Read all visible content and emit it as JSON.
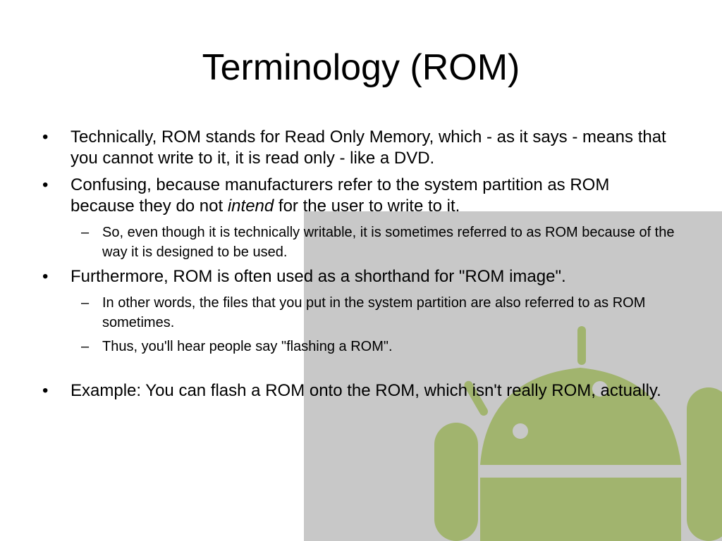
{
  "slide": {
    "title": "Terminology (ROM)",
    "bullet_symbol": "•",
    "sub_bullet_symbol": "–",
    "bullets": [
      {
        "text": "Technically, ROM stands for Read Only Memory, which - as it says - means that you cannot write to it, it is read only - like a DVD."
      },
      {
        "text_before": "Confusing, because manufacturers refer to the system partition as ROM because they do not ",
        "text_em": "intend",
        "text_after": " for the user to write to it.",
        "sub": [
          "So, even though it is technically writable, it is sometimes referred to as ROM because of the way it is designed to be used."
        ]
      },
      {
        "text": "Furthermore, ROM is often used as a shorthand for \"ROM image\".",
        "sub": [
          "In other words, the files that you put in the system partition are also referred to as ROM sometimes.",
          "Thus, you'll hear people say \"flashing a ROM\"."
        ]
      },
      {
        "text": "Example: You can flash a ROM onto the ROM, which isn't really ROM, actually."
      }
    ]
  },
  "colors": {
    "panel": "#c8c8c8",
    "android": "#a1b46e",
    "text": "#000000"
  }
}
